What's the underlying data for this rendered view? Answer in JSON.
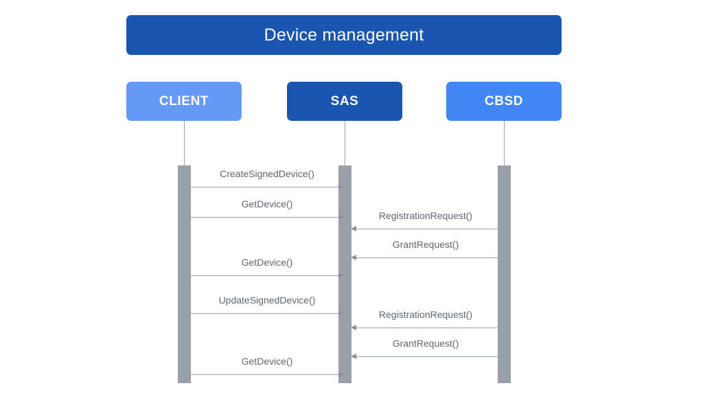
{
  "diagram": {
    "title": "Device management",
    "type": "sequence-diagram",
    "colors": {
      "title_banner": "#1a56b0",
      "client_box": "#6699f5",
      "sas_box": "#1a56b0",
      "cbsd_box": "#4285f4",
      "activation_bar": "#9aa0a8",
      "message_line": "#9aa0a8",
      "message_label": "#5f6670",
      "background": "#ffffff"
    },
    "participants": [
      {
        "id": "client",
        "label": "CLIENT"
      },
      {
        "id": "sas",
        "label": "SAS"
      },
      {
        "id": "cbsd",
        "label": "CBSD"
      }
    ],
    "messages": [
      {
        "label": "CreateSignedDevice()",
        "from": "CLIENT",
        "to": "SAS",
        "direction": "right"
      },
      {
        "label": "GetDevice()",
        "from": "CLIENT",
        "to": "SAS",
        "direction": "right"
      },
      {
        "label": "RegistrationRequest()",
        "from": "CBSD",
        "to": "SAS",
        "direction": "left"
      },
      {
        "label": "GrantRequest()",
        "from": "CBSD",
        "to": "SAS",
        "direction": "left"
      },
      {
        "label": "GetDevice()",
        "from": "CLIENT",
        "to": "SAS",
        "direction": "right"
      },
      {
        "label": "UpdateSignedDevice()",
        "from": "CLIENT",
        "to": "SAS",
        "direction": "right"
      },
      {
        "label": "RegistrationRequest()",
        "from": "CBSD",
        "to": "SAS",
        "direction": "left"
      },
      {
        "label": "GrantRequest()",
        "from": "CBSD",
        "to": "SAS",
        "direction": "left"
      },
      {
        "label": "GetDevice()",
        "from": "CLIENT",
        "to": "SAS",
        "direction": "right"
      }
    ]
  }
}
